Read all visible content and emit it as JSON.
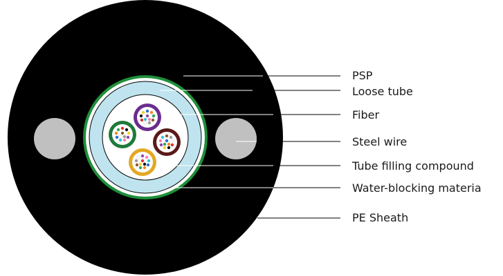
{
  "labels": {
    "psp": "PSP",
    "loose_tube": "Loose tube",
    "fiber": "Fiber",
    "steel_wire": "Steel wire",
    "tube_filling_compound": "Tube filling compound",
    "water_blocking_material": "Water-blocking materia",
    "pe_sheath": "PE Sheath"
  },
  "colors": {
    "sheath": "#000000",
    "steel_wire": "#c0c0c0",
    "psp": "#1f8f3a",
    "water_blocking": "#bfe4ef",
    "tube_purple": "#6b2c8f",
    "tube_brown": "#5a1a1a",
    "tube_green": "#1f7a3a",
    "tube_orange": "#e3a823",
    "fiber_colors": [
      "#2b6cd6",
      "#f08a24",
      "#2fa84f",
      "#8a5a2b",
      "#9a9a9a",
      "#ffffff",
      "#e03030",
      "#111111",
      "#f2d22e",
      "#8e44ad",
      "#ff7fb0",
      "#2ec4d6"
    ]
  }
}
